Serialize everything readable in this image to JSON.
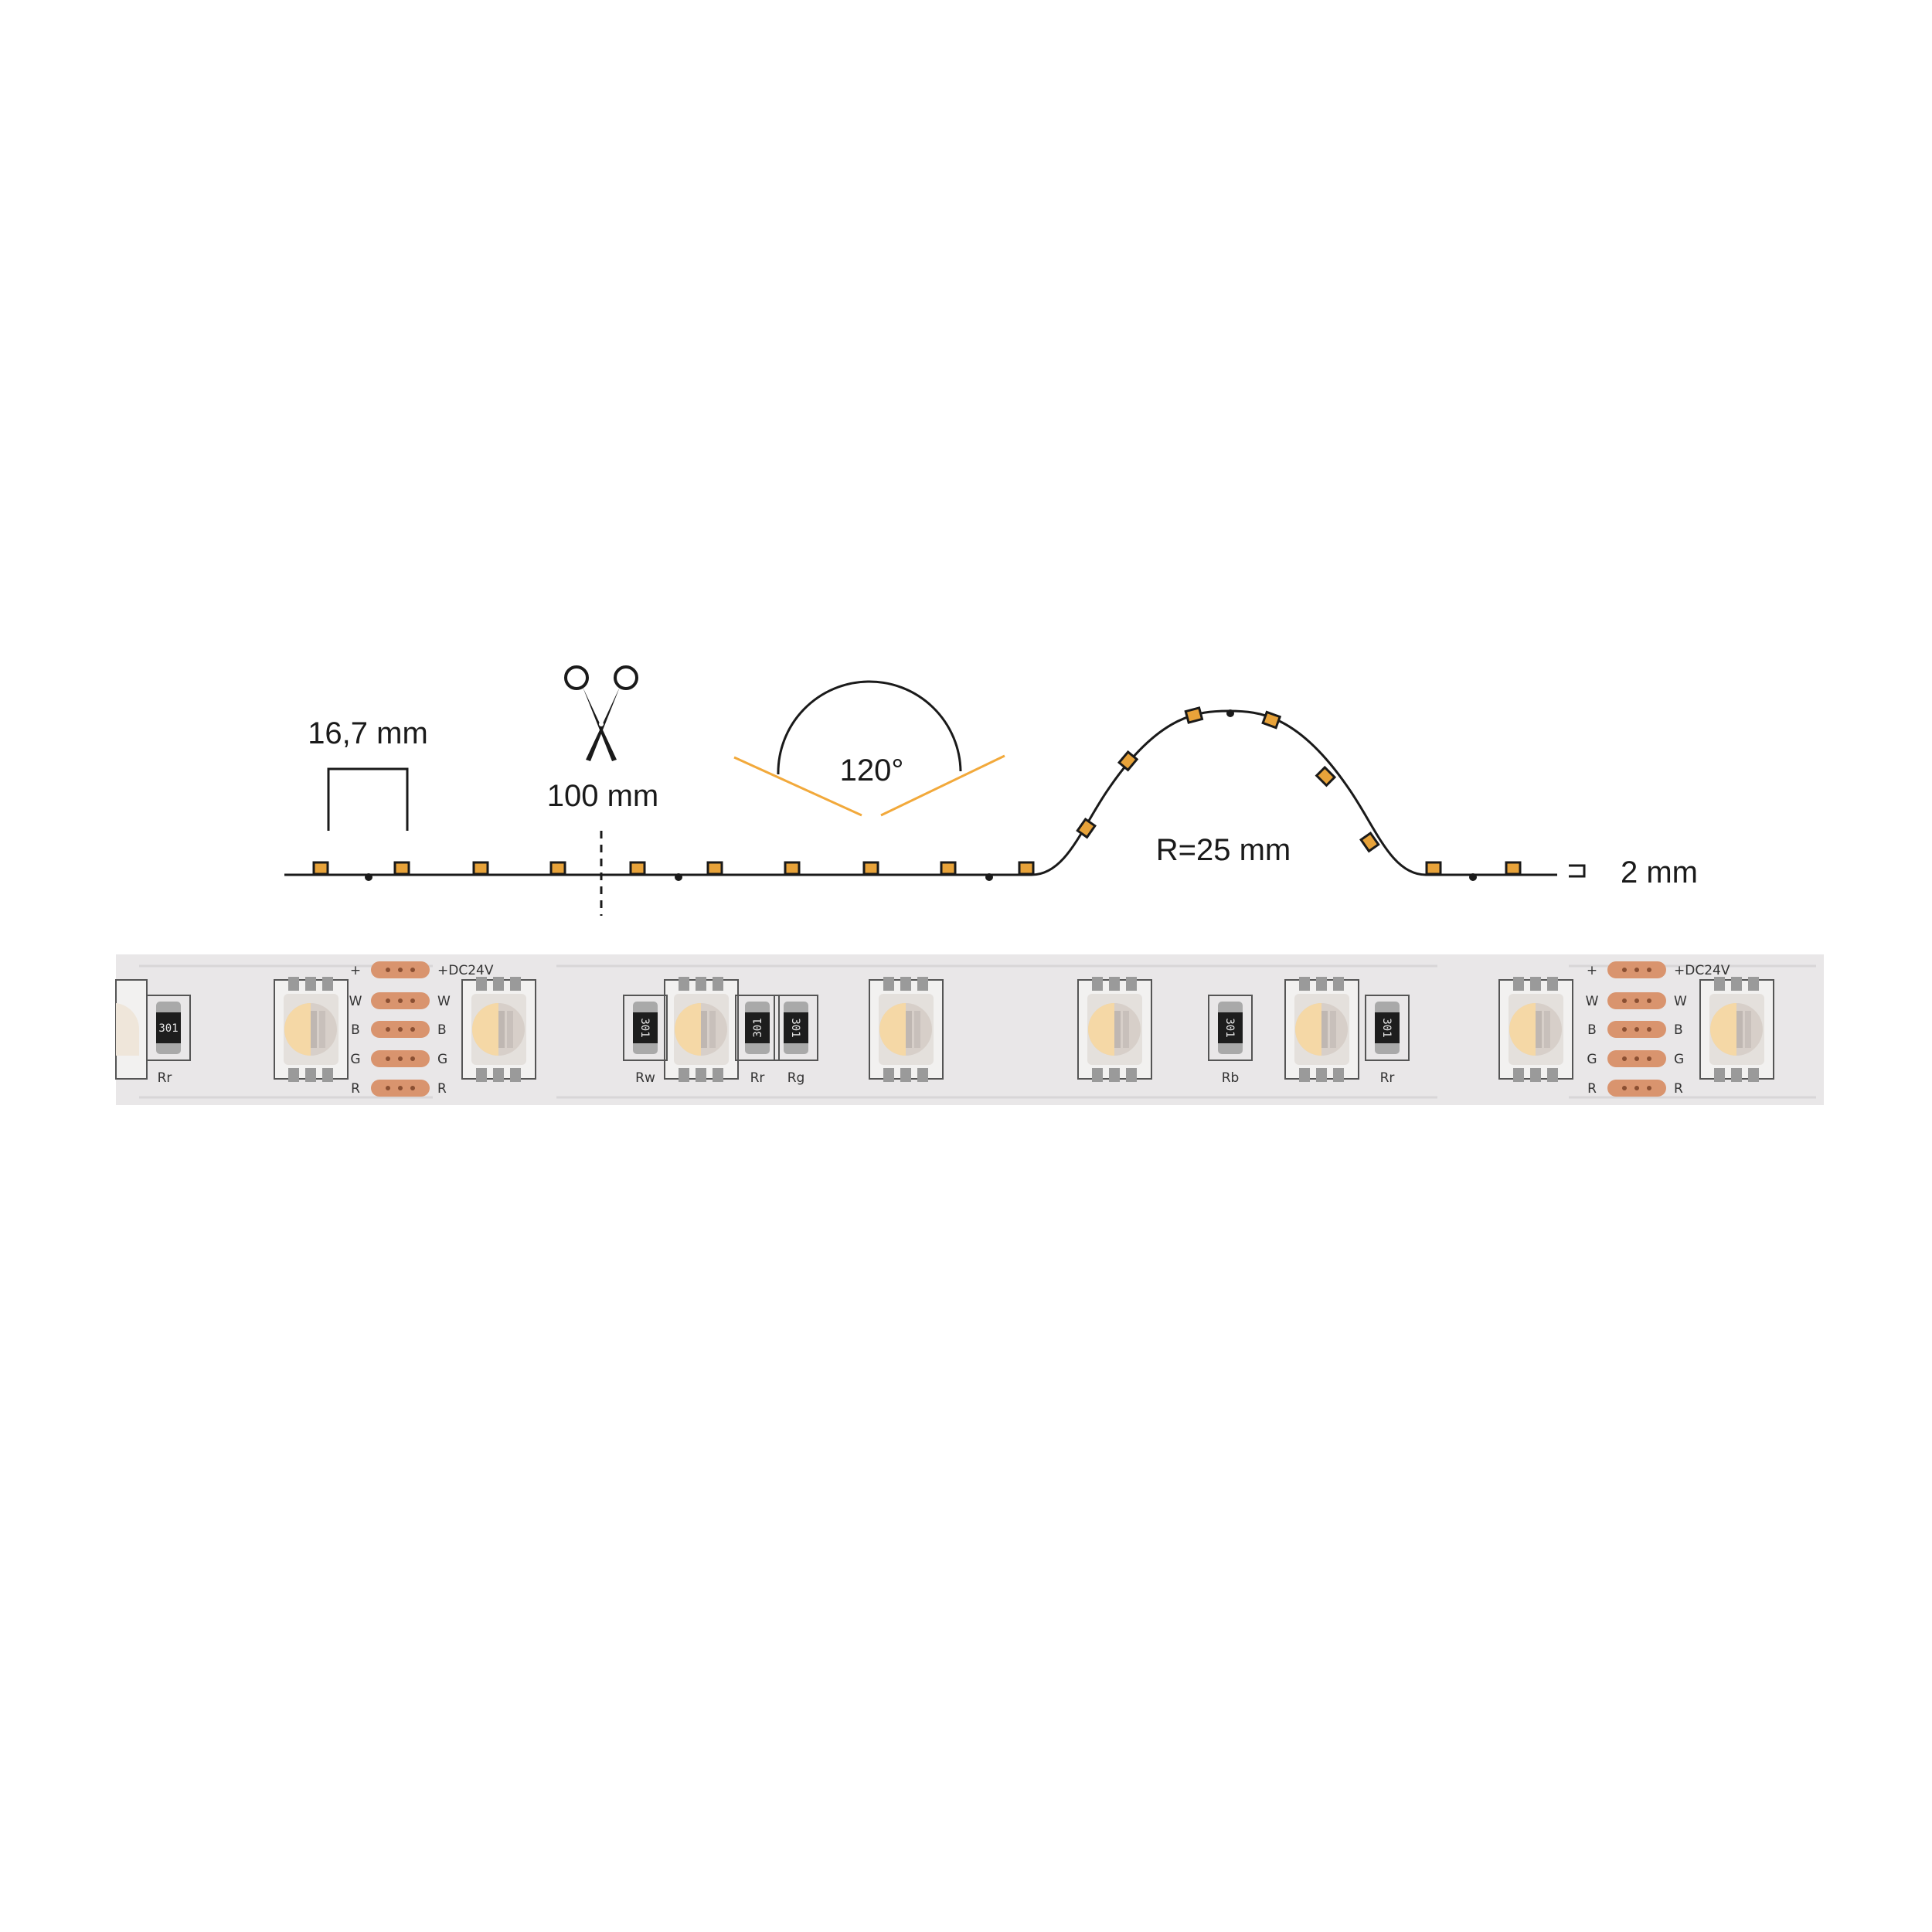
{
  "diagram": {
    "pitch_label": "16,7 mm",
    "cut_label": "100 mm",
    "angle_label": "120°",
    "radius_label": "R=25 mm",
    "thickness_label": "2 mm"
  },
  "strip": {
    "pad_labels_left": [
      "+",
      "W",
      "B",
      "G",
      "R"
    ],
    "pad_labels_right": [
      "+DC24V",
      "W",
      "B",
      "G",
      "R"
    ],
    "resistor_code": "301",
    "resistor_labels": [
      "Rr",
      "Rw",
      "Rr",
      "Rg",
      "Rb",
      "Rr"
    ]
  },
  "colors": {
    "led_amber": "#e8a33a",
    "angle_line": "#f2a93b",
    "pad_copper": "#d9946e",
    "strip_bg": "#e9e7e8",
    "line": "#1a1a1a"
  }
}
